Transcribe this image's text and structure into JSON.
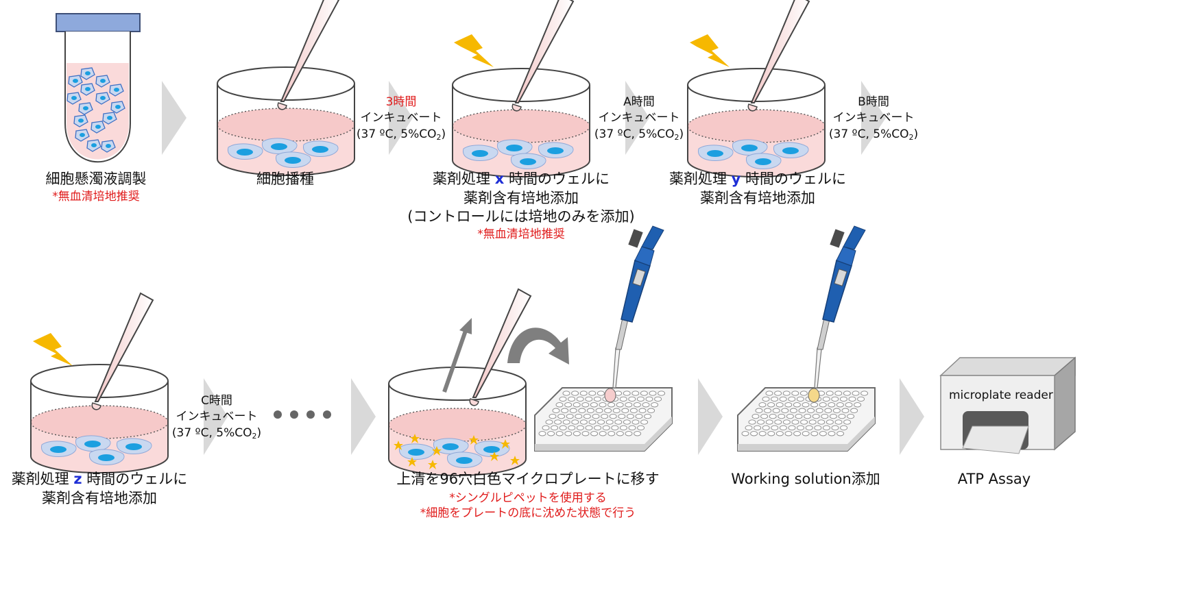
{
  "steps": {
    "step1": {
      "label": "細胞懸濁液調製",
      "note": "*無血清培地推奨"
    },
    "step2": {
      "label": "細胞播種"
    },
    "step3": {
      "line1_pre": "薬剤処理",
      "var": "x",
      "line1_post": "時間のウェルに",
      "line2": "薬剤含有培地添加",
      "line3": "(コントロールには培地のみを添加)",
      "note": "*無血清培地推奨"
    },
    "step4": {
      "line1_pre": "薬剤処理",
      "var": "y",
      "line1_post": "時間のウェルに",
      "line2": "薬剤含有培地添加"
    },
    "step5": {
      "line1_pre": "薬剤処理",
      "var": "z",
      "line1_post": "時間のウェルに",
      "line2": "薬剤含有培地添加"
    },
    "step6": {
      "label": "上清を96穴白色マイクロプレートに移す",
      "note1": "*シングルピペットを使用する",
      "note2": "*細胞をプレートの底に沈めた状態で行う"
    },
    "step7": {
      "label": "Working solution添加"
    },
    "step8": {
      "label": "ATP Assay",
      "device": "microplate reader"
    }
  },
  "incubations": [
    {
      "time": "3時間",
      "time_red": true,
      "action": "インキュベート",
      "cond_pre": "(37 ºC, 5%CO",
      "cond_sub": "2",
      "cond_post": ")"
    },
    {
      "time": "A時間",
      "time_red": false,
      "action": "インキュベート",
      "cond_pre": "(37 ºC, 5%CO",
      "cond_sub": "2",
      "cond_post": ")"
    },
    {
      "time": "B時間",
      "time_red": false,
      "action": "インキュベート",
      "cond_pre": "(37 ºC, 5%CO",
      "cond_sub": "2",
      "cond_post": ")"
    },
    {
      "time": "C時間",
      "time_red": false,
      "action": "インキュベート",
      "cond_pre": "(37 ºC, 5%CO",
      "cond_sub": "2",
      "cond_post": ")"
    }
  ],
  "colors": {
    "medium": "#fadada",
    "cell_blue": "#1b9fe0",
    "bolt": "#f6b800",
    "arrow_gray": "#d9d9d9",
    "pipette_blue": "#1f5fb0",
    "note_red": "#e01b1b",
    "var_blue": "#1f2fd6"
  }
}
